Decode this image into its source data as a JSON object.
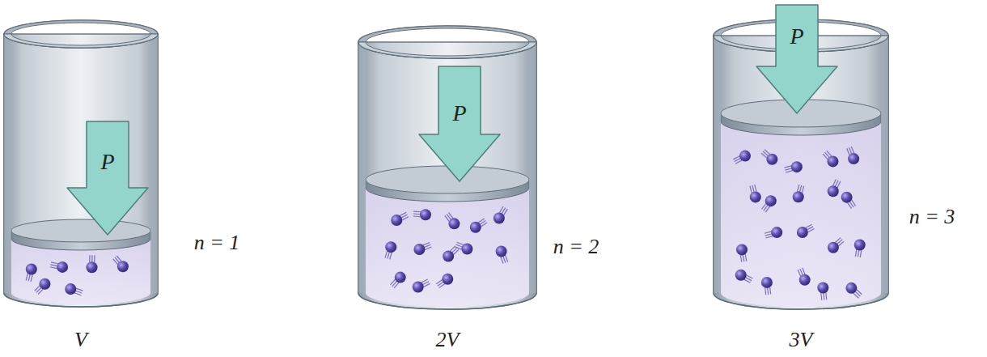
{
  "diagram": {
    "labels": [
      "P",
      "n = 1",
      "V",
      "P",
      "n = 2",
      "2V",
      "P",
      "n = 3",
      "3V"
    ]
  }
}
